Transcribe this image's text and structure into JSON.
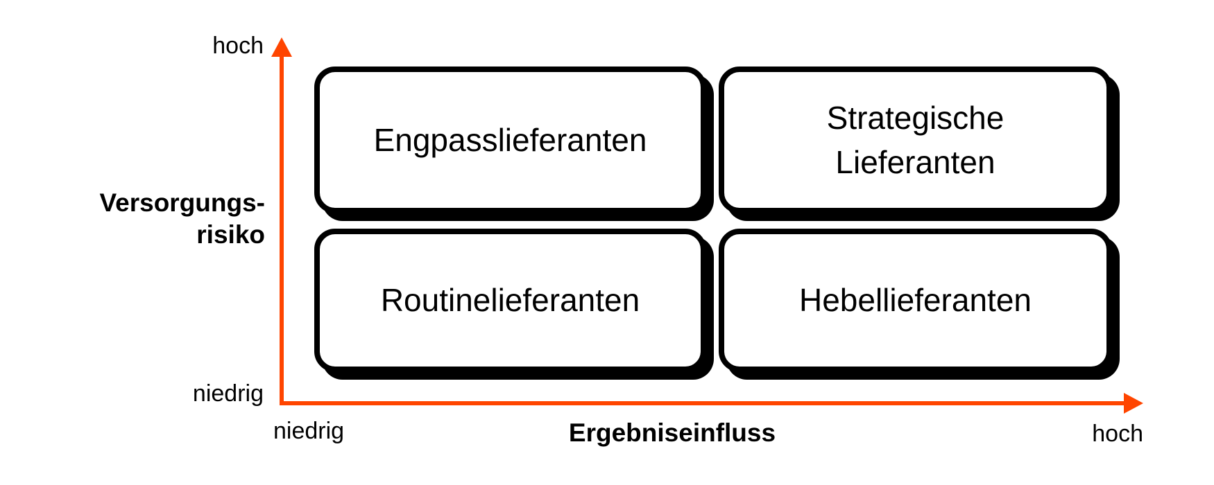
{
  "quadrants": {
    "top_left": {
      "label": "Engpasslieferanten"
    },
    "top_right": {
      "label": "Strategische Lieferanten"
    },
    "bottom_left": {
      "label": "Routinelieferanten"
    },
    "bottom_right": {
      "label": "Hebellieferanten"
    }
  },
  "y_axis": {
    "title_line1": "Versorgungs-",
    "title_line2": "risiko",
    "max_label": "hoch",
    "min_label": "niedrig"
  },
  "x_axis": {
    "title": "Ergebniseinfluss",
    "min_label": "niedrig",
    "max_label": "hoch"
  },
  "colors": {
    "axis_color": "#FF4500",
    "border_color": "#000000",
    "bg_color": "#FFFFFF",
    "text_color": "#000000"
  }
}
